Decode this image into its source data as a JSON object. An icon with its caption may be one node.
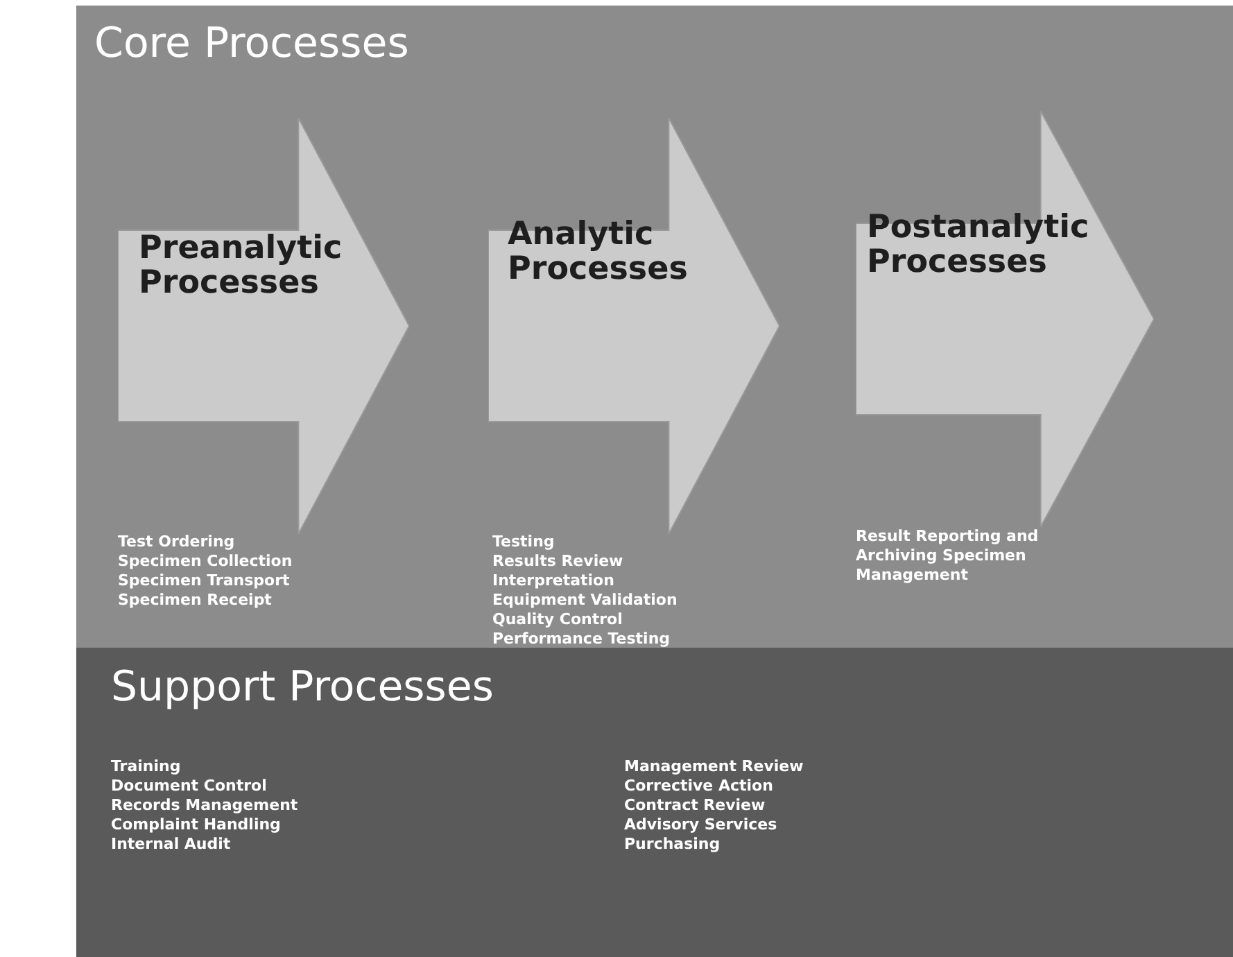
{
  "diagram": {
    "nodes": [
      {
        "text": [
          "Preanalytic Processes"
        ],
        "beside": [
          "Test Ordering",
          "Specimen Collection",
          "Specimen Transport",
          "Specimen Receipt"
        ]
      },
      {
        "text": [
          "Analytic Processes"
        ],
        "beside": [
          "Testing",
          "Results Review",
          "Interpretation",
          "Equipment Validation",
          "Quality Control",
          "Performance Testing"
        ]
      },
      {
        "text": [
          "Postanalytic Processes"
        ],
        "beside": [
          "Result Reporting and Archiving Specimen Management"
        ]
      }
    ],
    "edges": [],
    "labels": [
      "Core Processes",
      "Support Processes",
      "Training",
      "Document Control",
      "Records Management",
      "Complaint Handling",
      "Internal Audit",
      "Management Review",
      "Corrective Action",
      "Contract Review",
      "Advisory Services",
      "Purchasing"
    ]
  }
}
